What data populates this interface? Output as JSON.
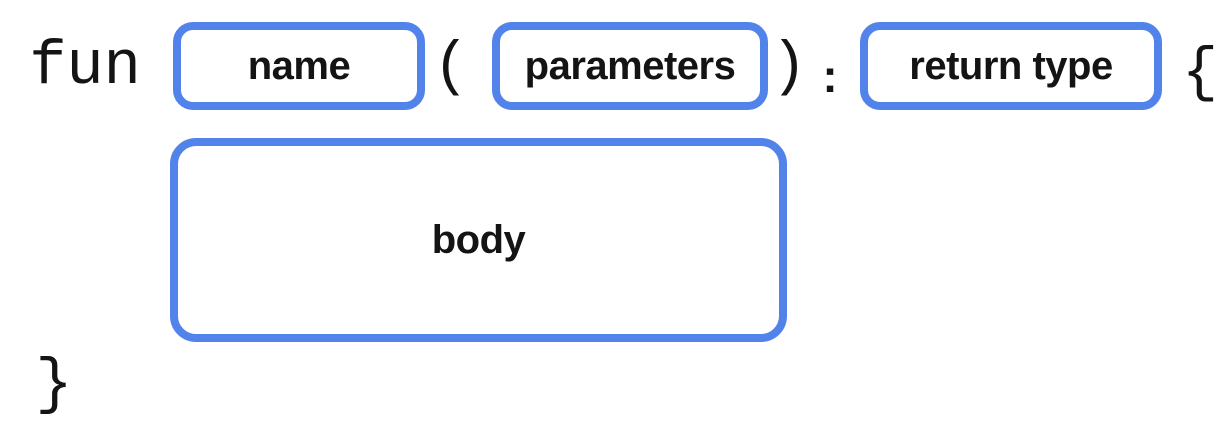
{
  "diagram": {
    "description": "Kotlin function syntax anatomy",
    "colors": {
      "slot_border_blue": "#5283EB",
      "text": "#141414",
      "background": "#FFFFFF"
    },
    "tokens": {
      "keyword": "fun",
      "open_paren": "(",
      "close_paren": ")",
      "colon": ":",
      "open_brace": "{",
      "close_brace": "}"
    },
    "slots": {
      "name": "name",
      "parameters": "parameters",
      "return_type": "return type",
      "body": "body"
    }
  }
}
